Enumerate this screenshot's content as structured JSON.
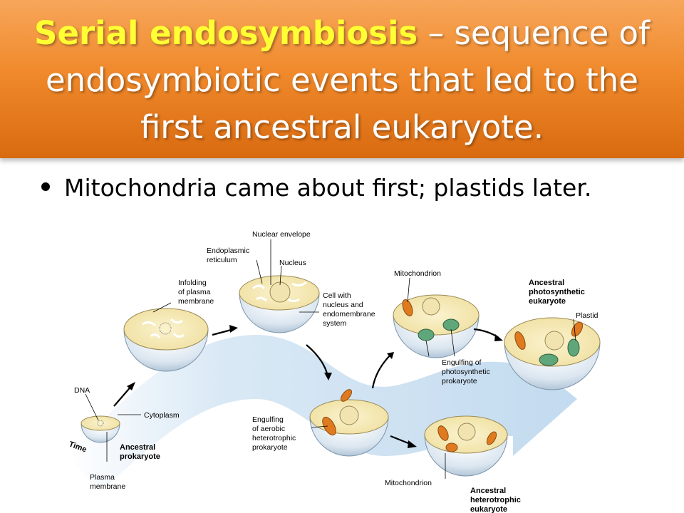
{
  "slide": {
    "title_highlight": "Serial endosymbiosis",
    "title_rest": " – sequence of endosymbiotic events that led to the first ancestral eukaryote.",
    "bullet": "Mitochondria came about first; plastids later."
  },
  "diagram": {
    "time_label": "Time",
    "labels": {
      "dna": "DNA",
      "cytoplasm": "Cytoplasm",
      "ancestral_prokaryote_1": "Ancestral",
      "ancestral_prokaryote_2": "prokaryote",
      "plasma_membrane_1": "Plasma",
      "plasma_membrane_2": "membrane",
      "infolding_1": "Infolding",
      "infolding_2": "of plasma",
      "infolding_3": "membrane",
      "nuclear_envelope": "Nuclear envelope",
      "er_1": "Endoplasmic",
      "er_2": "reticulum",
      "nucleus": "Nucleus",
      "cell_with_1": "Cell with",
      "cell_with_2": "nucleus and",
      "cell_with_3": "endomembrane",
      "cell_with_4": "system",
      "engulf_aerobic_1": "Engulfing",
      "engulf_aerobic_2": "of aerobic",
      "engulf_aerobic_3": "heterotrophic",
      "engulf_aerobic_4": "prokaryote",
      "mitochondrion_top": "Mitochondrion",
      "mitochondrion_bottom": "Mitochondrion",
      "engulf_photo_1": "Engulfing of",
      "engulf_photo_2": "photosynthetic",
      "engulf_photo_3": "prokaryote",
      "anc_photo_1": "Ancestral",
      "anc_photo_2": "photosynthetic",
      "anc_photo_3": "eukaryote",
      "plastid": "Plastid",
      "anc_hetero_1": "Ancestral",
      "anc_hetero_2": "heterotrophic",
      "anc_hetero_3": "eukaryote"
    },
    "colors": {
      "banner": "#f08a2c",
      "title_highlight": "#ffff33",
      "flow_arrow": "#cfe3f4",
      "cell_fill": "#f7efc9",
      "mitochondria": "#e07a1f",
      "plastid": "#5fa77a"
    }
  }
}
